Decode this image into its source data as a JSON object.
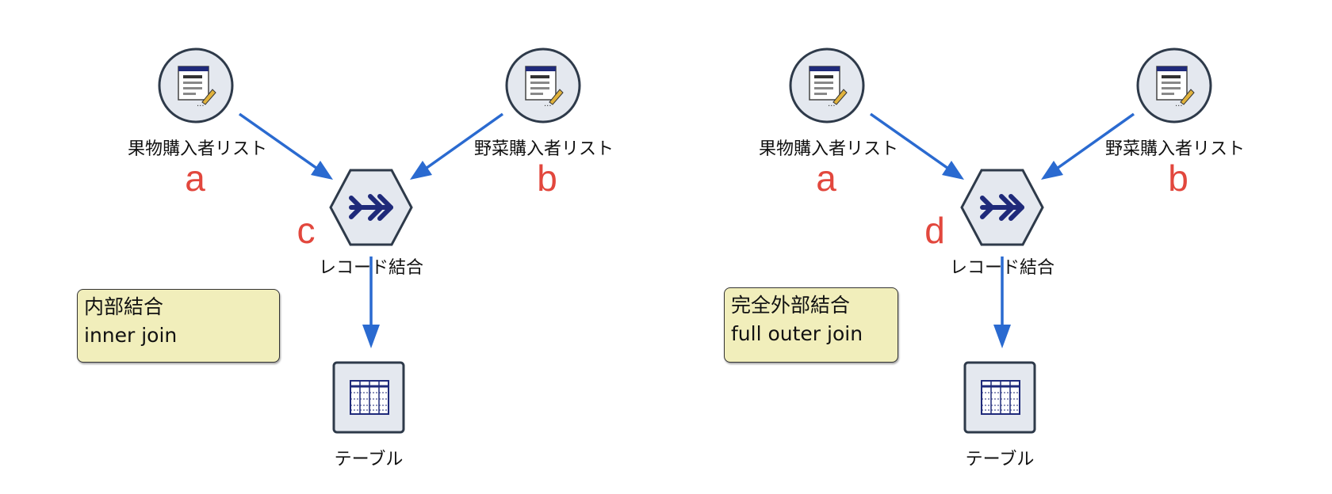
{
  "colors": {
    "arrow": "#2a6ad0",
    "letter": "#e2473d",
    "note_bg": "#f1eebb",
    "node_fill": "#e4e8ef",
    "node_stroke": "#2e3a4a",
    "icon_blue": "#1f2a7a"
  },
  "diagrams": [
    {
      "sources": [
        {
          "label": "果物購入者リスト",
          "letter": "a"
        },
        {
          "label": "野菜購入者リスト",
          "letter": "b"
        }
      ],
      "merge": {
        "label": "レコード結合",
        "letter": "c"
      },
      "output": {
        "label": "テーブル"
      },
      "note": {
        "line1": "内部結合",
        "line2": "inner join"
      }
    },
    {
      "sources": [
        {
          "label": "果物購入者リスト",
          "letter": "a"
        },
        {
          "label": "野菜購入者リスト",
          "letter": "b"
        }
      ],
      "merge": {
        "label": "レコード結合",
        "letter": "d"
      },
      "output": {
        "label": "テーブル"
      },
      "note": {
        "line1": "完全外部結合",
        "line2": "full outer join"
      }
    }
  ]
}
